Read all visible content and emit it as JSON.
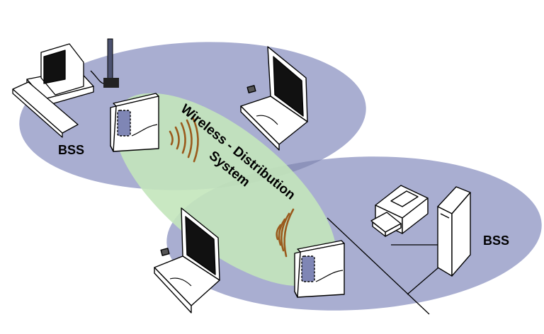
{
  "labels": {
    "bss_left": "BSS",
    "bss_right": "BSS",
    "wds_line1": "Wireless - Distribution",
    "wds_line2": "System"
  },
  "colors": {
    "bss_area": "#a9aed1",
    "bss_overlap": "#8d93bb",
    "wds_area": "#c3e6bb",
    "waves": "#9a5a1c",
    "device_fill": "#ffffff",
    "device_stroke": "#000000",
    "screen": "#111111",
    "led": "#7f86b5"
  },
  "icons": [
    "desktop-computer-icon",
    "antenna-icon",
    "laptop-icon",
    "access-point-icon",
    "wireless-waves-icon",
    "printer-icon",
    "server-tower-icon"
  ]
}
